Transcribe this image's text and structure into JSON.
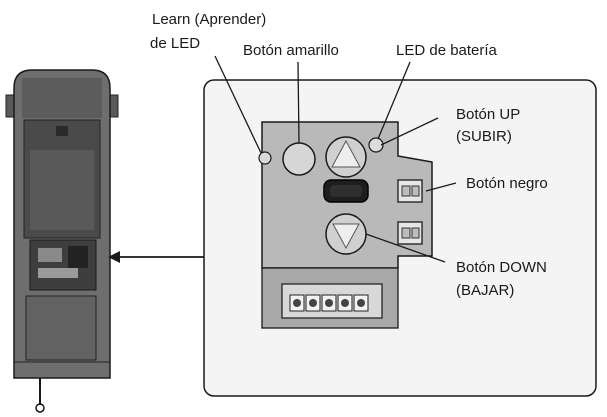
{
  "labels": {
    "learn_led_line1": "Learn (Aprender)",
    "learn_led_line2": "de LED",
    "yellow_button": "Botón amarillo",
    "battery_led": "LED de batería",
    "up_button_line1": "Botón UP",
    "up_button_line2": "(SUBIR)",
    "black_button": "Botón negro",
    "down_button_line1": "Botón DOWN",
    "down_button_line2": "(BAJAR)"
  },
  "colors": {
    "device_body": "#6e6e6e",
    "device_dark": "#3a3a3a",
    "panel_fill": "#b9b9b9",
    "callout_fill": "#f4f4f4",
    "line": "#1a1a1a"
  }
}
